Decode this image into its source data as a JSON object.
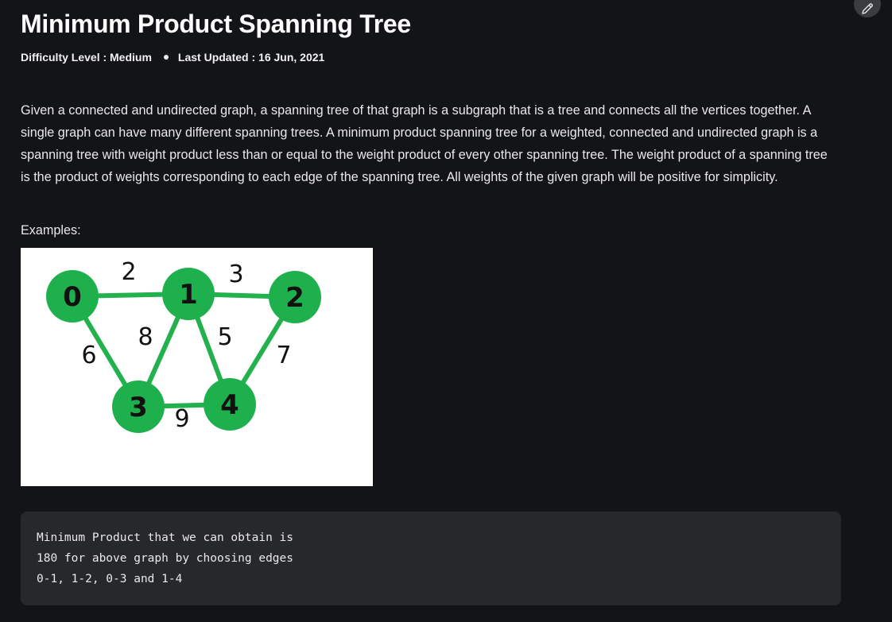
{
  "article": {
    "title": "Minimum Product Spanning Tree",
    "difficulty": "Difficulty Level : Medium",
    "last_updated": "Last Updated : 16 Jun, 2021",
    "edit_icon": "pencil-icon",
    "description": "Given a connected and undirected graph, a spanning tree of that graph is a subgraph that is a tree and connects all the vertices together. A single graph can have many different spanning trees. A minimum product spanning tree for a weighted, connected and undirected graph is a spanning tree with weight product less than or equal to the weight product of every other spanning tree. The weight product of a spanning tree is the product of weights corresponding to each edge of the spanning tree. All weights of the given graph will be positive for simplicity.",
    "examples_label": "Examples:"
  },
  "graph": {
    "node_color": "#1fb04e",
    "edge_color": "#22b14c",
    "nodes": [
      "0",
      "1",
      "2",
      "3",
      "4"
    ],
    "edges": [
      {
        "from": "0",
        "to": "1",
        "weight": "2"
      },
      {
        "from": "1",
        "to": "2",
        "weight": "3"
      },
      {
        "from": "0",
        "to": "3",
        "weight": "6"
      },
      {
        "from": "1",
        "to": "3",
        "weight": "8"
      },
      {
        "from": "1",
        "to": "4",
        "weight": "5"
      },
      {
        "from": "2",
        "to": "4",
        "weight": "7"
      },
      {
        "from": "3",
        "to": "4",
        "weight": "9"
      }
    ]
  },
  "code": {
    "lines": [
      "Minimum Product that we can obtain is",
      "180 for above graph by choosing edges",
      "0-1, 1-2, 0-3 and 1-4"
    ]
  }
}
